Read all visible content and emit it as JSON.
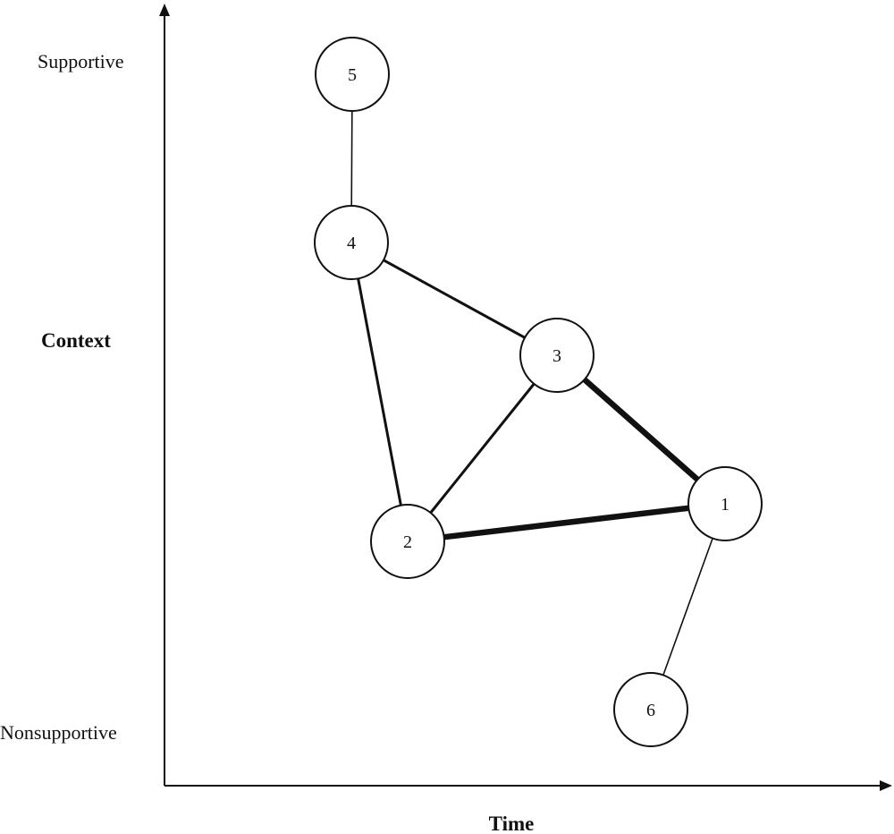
{
  "axes": {
    "x_title": "Time",
    "y_title": "Context",
    "y_top_label": "Supportive",
    "y_bottom_label": "Nonsupportive"
  },
  "colors": {
    "ink": "#111111",
    "background": "#ffffff"
  },
  "nodes": [
    {
      "id": "1",
      "label": "1"
    },
    {
      "id": "2",
      "label": "2"
    },
    {
      "id": "3",
      "label": "3"
    },
    {
      "id": "4",
      "label": "4"
    },
    {
      "id": "5",
      "label": "5"
    },
    {
      "id": "6",
      "label": "6"
    }
  ],
  "edges": [
    {
      "from": "5",
      "to": "4",
      "weight": "thin"
    },
    {
      "from": "4",
      "to": "3",
      "weight": "medium"
    },
    {
      "from": "4",
      "to": "2",
      "weight": "medium"
    },
    {
      "from": "3",
      "to": "2",
      "weight": "medium"
    },
    {
      "from": "3",
      "to": "1",
      "weight": "thick"
    },
    {
      "from": "2",
      "to": "1",
      "weight": "thick"
    },
    {
      "from": "1",
      "to": "6",
      "weight": "thin"
    }
  ]
}
